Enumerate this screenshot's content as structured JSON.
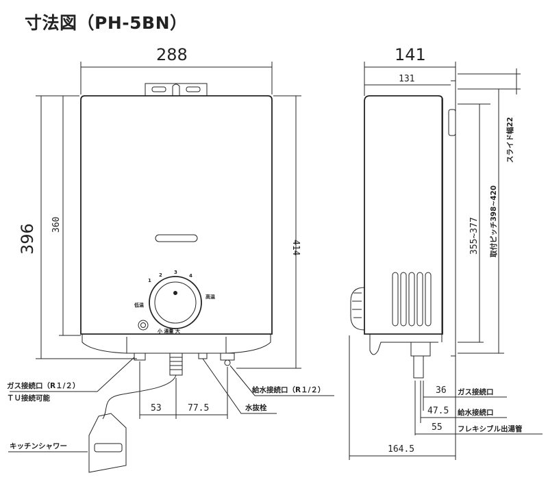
{
  "title": "寸法図（PH-5BN）",
  "front": {
    "width_288": "288",
    "height_396": "396",
    "height_360": "360",
    "height_414": "414",
    "offset_53": "53",
    "offset_77_5": "77.5",
    "dial_labels": [
      "1",
      "2",
      "3",
      "4"
    ],
    "dial_low": "低温",
    "dial_high": "高温",
    "dial_flow": "小 湯量 大"
  },
  "side": {
    "width_141": "141",
    "width_131": "131",
    "slide_width": "スライド幅22",
    "height_355_377": "355~377",
    "pitch_398_420": "取付ピッチ398~420",
    "dim_36": "36",
    "dim_47_5": "47.5",
    "dim_55": "55",
    "dim_164_5": "164.5"
  },
  "labels": {
    "gas_inlet": "ガス接続口（R１/２）",
    "tu_connect": "ＴＵ接続可能",
    "water_inlet": "給水接続口（R１/２）",
    "drain_plug": "水抜栓",
    "kitchen_shower": "キッチンシャワー",
    "gas_port": "ガス接続口",
    "water_port": "給水接続口",
    "flex_outlet": "フレキシブル出湯管"
  }
}
